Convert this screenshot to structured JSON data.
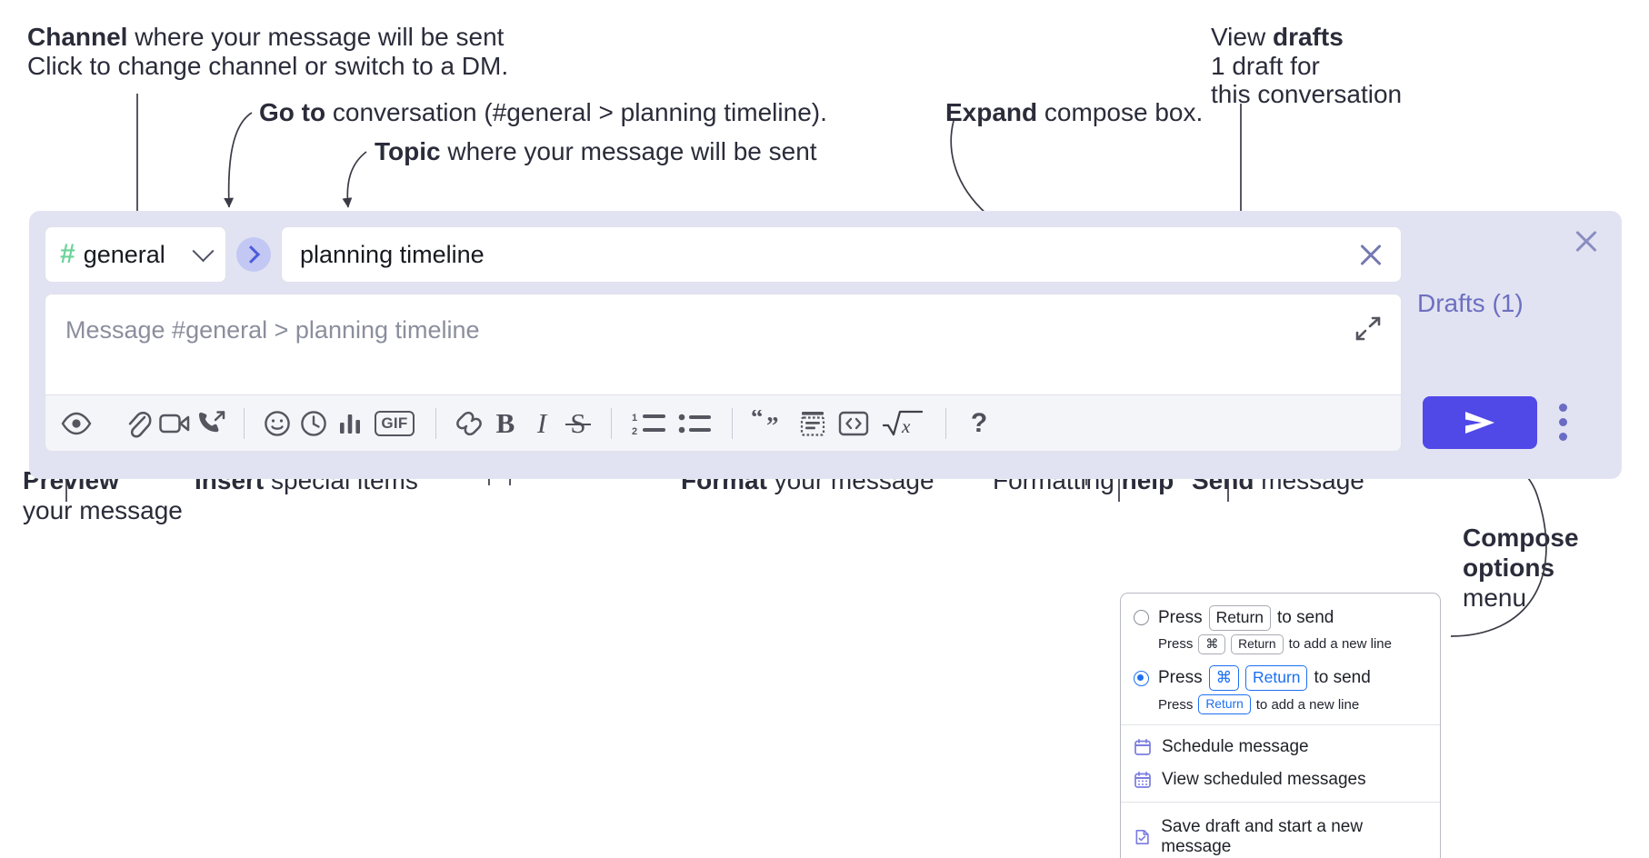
{
  "annotations": {
    "channel": {
      "bold": "Channel",
      "rest": " where your message will be sent",
      "italic": "Click to change channel or switch to a DM."
    },
    "goto": {
      "bold": "Go to",
      "rest": " conversation (#general > planning timeline)."
    },
    "topic": {
      "bold": "Topic",
      "rest": " where your message will be sent"
    },
    "expand": {
      "bold": "Expand",
      "rest": " compose box."
    },
    "drafts": {
      "plain": "View ",
      "bold": "drafts",
      "italic1": "1 draft for",
      "italic2": "this conversation"
    },
    "preview": {
      "bold": "Preview",
      "line2": "your message"
    },
    "insert": {
      "bold": "Insert",
      "rest": " special items"
    },
    "format": {
      "bold": "Format",
      "rest": " your message"
    },
    "help": {
      "plain": "Formatting ",
      "bold": "help"
    },
    "send": {
      "bold": "Send",
      "rest": " message"
    },
    "compose_options": {
      "bold1": "Compose",
      "bold2": "options",
      "plain": "menu"
    }
  },
  "compose": {
    "channel_name": "general",
    "hash_symbol": "#",
    "topic_value": "planning timeline",
    "message_placeholder": "Message #general > planning timeline",
    "drafts_label": "Drafts (1)",
    "toolbar": [
      {
        "name": "preview-icon",
        "label": "Preview"
      },
      {
        "name": "attachment-icon",
        "label": "Attach file"
      },
      {
        "name": "video-icon",
        "label": "Video"
      },
      {
        "name": "call-icon",
        "label": "Call"
      },
      {
        "name": "emoji-icon",
        "label": "Emoji"
      },
      {
        "name": "clock-icon",
        "label": "Reminder"
      },
      {
        "name": "poll-icon",
        "label": "Poll"
      },
      {
        "name": "gif-icon",
        "label": "GIF"
      },
      {
        "name": "link-icon",
        "label": "Link"
      },
      {
        "name": "bold-icon",
        "label": "B"
      },
      {
        "name": "italic-icon",
        "label": "I"
      },
      {
        "name": "strikethrough-icon",
        "label": "S"
      },
      {
        "name": "ordered-list-icon",
        "label": "Numbered list"
      },
      {
        "name": "bulleted-list-icon",
        "label": "Bulleted list"
      },
      {
        "name": "blockquote-icon",
        "label": "Quote"
      },
      {
        "name": "code-block-icon",
        "label": "Code block"
      },
      {
        "name": "inline-code-icon",
        "label": "Code"
      },
      {
        "name": "math-icon",
        "label": "Math"
      },
      {
        "name": "help-icon",
        "label": "?"
      }
    ],
    "gif_label": "GIF",
    "bold_label": "B",
    "italic_label": "I",
    "strike_label": "S",
    "help_label": "?"
  },
  "options_menu": {
    "radio1": {
      "selected": false,
      "pre": "Press",
      "key": "Return",
      "post": "to send",
      "sub_pre": "Press",
      "sub_key1": "⌘",
      "sub_key2": "Return",
      "sub_post": "to add a new line"
    },
    "radio2": {
      "selected": true,
      "pre": "Press",
      "key1": "⌘",
      "key2": "Return",
      "post": "to send",
      "sub_pre": "Press",
      "sub_key": "Return",
      "sub_post": "to add a new line"
    },
    "items": [
      {
        "icon": "calendar-icon",
        "label": "Schedule message"
      },
      {
        "icon": "calendar-grid-icon",
        "label": "View scheduled messages"
      },
      {
        "icon": "save-draft-icon",
        "label": "Save draft and start a new message"
      }
    ]
  },
  "colors": {
    "panel_bg": "#e2e3f2",
    "send_button": "#5148e8",
    "hash_green": "#6ed39a",
    "drafts_purple": "#6d6fc0",
    "radio_blue": "#1d6ff2",
    "menu_icon_purple": "#7b7ce0"
  }
}
